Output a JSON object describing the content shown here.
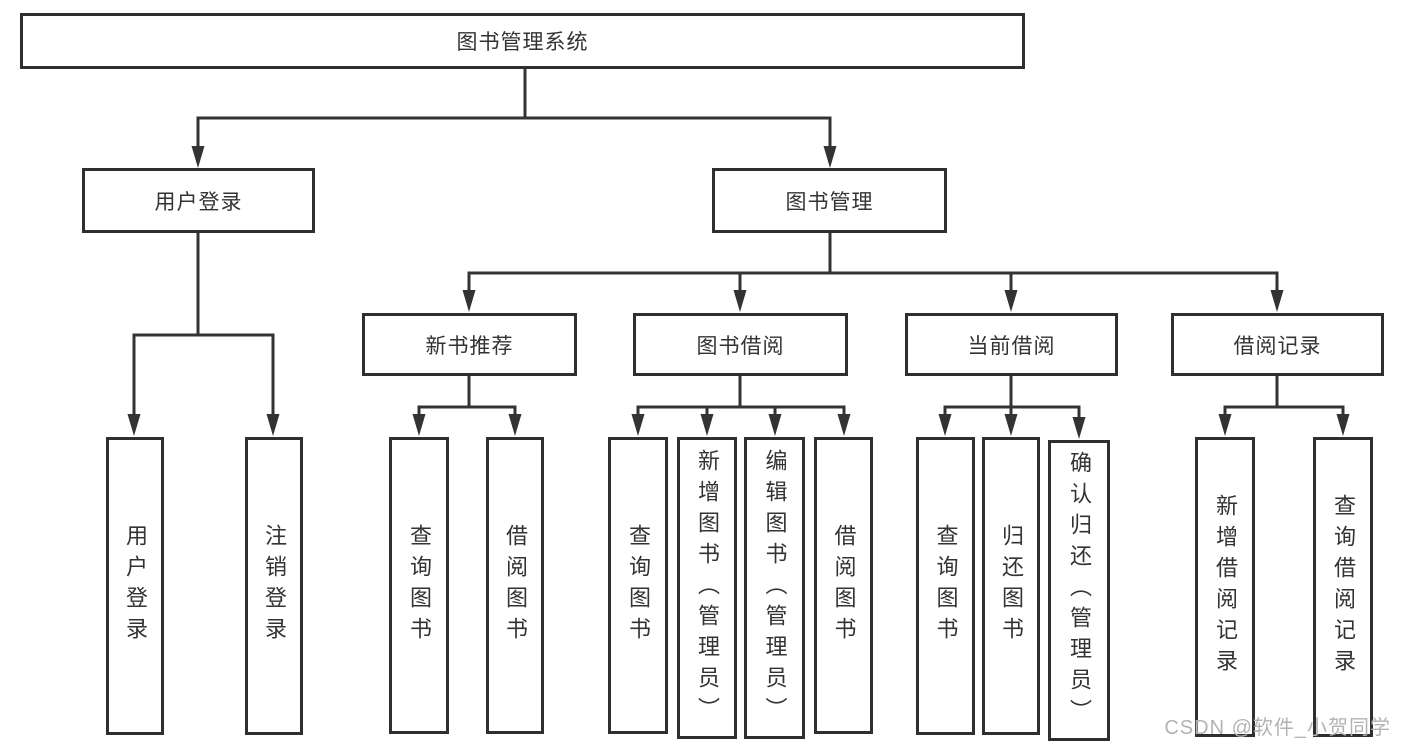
{
  "diagram": {
    "type": "hierarchy-tree",
    "tree": {
      "label": "图书管理系统",
      "children": [
        {
          "label": "用户登录",
          "children": [
            {
              "label": "用户登录"
            },
            {
              "label": "注销登录"
            }
          ]
        },
        {
          "label": "图书管理",
          "children": [
            {
              "label": "新书推荐",
              "children": [
                {
                  "label": "查询图书"
                },
                {
                  "label": "借阅图书"
                }
              ]
            },
            {
              "label": "图书借阅",
              "children": [
                {
                  "label": "查询图书"
                },
                {
                  "label": "新增图书（管理员）"
                },
                {
                  "label": "编辑图书（管理员）"
                },
                {
                  "label": "借阅图书"
                }
              ]
            },
            {
              "label": "当前借阅",
              "children": [
                {
                  "label": "查询图书"
                },
                {
                  "label": "归还图书"
                },
                {
                  "label": "确认归还（管理员）"
                }
              ]
            },
            {
              "label": "借阅记录",
              "children": [
                {
                  "label": "新增借阅记录"
                },
                {
                  "label": "查询借阅记录"
                }
              ]
            }
          ]
        }
      ]
    },
    "colors": {
      "background": "#ffffff",
      "box_border": "#2f2f2f",
      "connector": "#333333",
      "text": "#333333",
      "watermark": "#b3b3b3"
    }
  },
  "watermark": "CSDN @软件_小贺同学"
}
